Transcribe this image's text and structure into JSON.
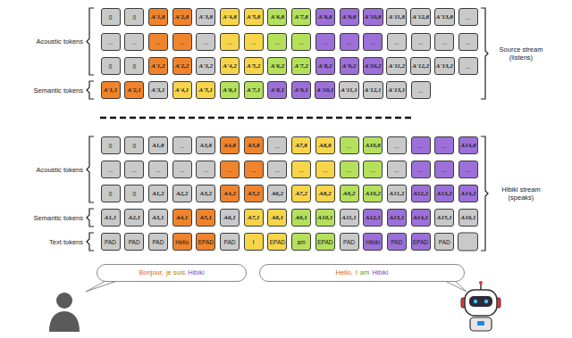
{
  "diagram": {
    "nodes": [
      {
        "text": [
          "0"
        ]
      },
      {
        "text": [
          "0"
        ]
      },
      {
        "text": [
          "A'1,8"
        ]
      },
      {
        "text": [
          "A'2,8"
        ]
      },
      {
        "text": [
          "A'3,8"
        ]
      },
      {
        "text": [
          "A'4,8"
        ]
      },
      {
        "text": [
          "A'5,8"
        ]
      },
      {
        "text": [
          "A'6,8"
        ]
      },
      {
        "text": [
          "A'7,8"
        ]
      },
      {
        "text": [
          "A'8,8"
        ]
      },
      {
        "text": [
          "A'9,8"
        ]
      },
      {
        "text": [
          "A'10,8"
        ]
      },
      {
        "text": [
          "A'11,8"
        ]
      },
      {
        "text": [
          "A'12,8"
        ]
      },
      {
        "text": [
          "A'13,8"
        ]
      },
      {
        "text": [
          "..."
        ]
      },
      {
        "text": [
          "..."
        ]
      },
      {
        "text": [
          "..."
        ]
      },
      {
        "text": [
          "..."
        ]
      },
      {
        "text": [
          "..."
        ]
      },
      {
        "text": [
          "..."
        ]
      },
      {
        "text": [
          "..."
        ]
      },
      {
        "text": [
          "..."
        ]
      },
      {
        "text": [
          "..."
        ]
      },
      {
        "text": [
          "..."
        ]
      },
      {
        "text": [
          "..."
        ]
      },
      {
        "text": [
          "..."
        ]
      },
      {
        "text": [
          "..."
        ]
      },
      {
        "text": [
          "..."
        ]
      },
      {
        "text": [
          "..."
        ]
      },
      {
        "text": [
          "..."
        ]
      },
      {
        "text": [
          "..."
        ]
      },
      {
        "text": [
          "0"
        ]
      },
      {
        "text": [
          "0"
        ]
      },
      {
        "text": [
          "A'1,2"
        ]
      },
      {
        "text": [
          "A'2,2"
        ]
      },
      {
        "text": [
          "A'3,2"
        ]
      },
      {
        "text": [
          "A'4,2"
        ]
      },
      {
        "text": [
          "A'5,2"
        ]
      },
      {
        "text": [
          "A'6,2"
        ]
      },
      {
        "text": [
          "A'7,2"
        ]
      },
      {
        "text": [
          "A'8,2"
        ]
      },
      {
        "text": [
          "A'9,2"
        ]
      },
      {
        "text": [
          "A'10,2"
        ]
      },
      {
        "text": [
          "A'11,2"
        ]
      },
      {
        "text": [
          "A'12,2"
        ]
      },
      {
        "text": [
          "A'13,2"
        ]
      },
      {
        "text": [
          "..."
        ]
      },
      {
        "text": [
          "A'1,1"
        ]
      },
      {
        "text": [
          "A'2,1"
        ]
      },
      {
        "text": [
          "A'3,1"
        ]
      },
      {
        "text": [
          "A'4,1"
        ]
      },
      {
        "text": [
          "A'5,1"
        ]
      },
      {
        "text": [
          "A'6,1"
        ]
      },
      {
        "text": [
          "A'7,1"
        ]
      },
      {
        "text": [
          "A'8,1"
        ]
      },
      {
        "text": [
          "A'9,1"
        ]
      },
      {
        "text": [
          "A'10,1"
        ]
      },
      {
        "text": [
          "A'11,1"
        ]
      },
      {
        "text": [
          "A'12,1"
        ]
      },
      {
        "text": [
          "A'13,1"
        ]
      },
      {
        "text": [
          "..."
        ]
      },
      {
        "text": [
          "0"
        ]
      },
      {
        "text": [
          "0"
        ]
      },
      {
        "text": [
          "A1,8"
        ]
      },
      {
        "text": [
          "..."
        ]
      },
      {
        "text": [
          "A3,8"
        ]
      },
      {
        "text": [
          "A4,8"
        ]
      },
      {
        "text": [
          "A5,8"
        ]
      },
      {
        "text": [
          "..."
        ]
      },
      {
        "text": [
          "A7,8"
        ]
      },
      {
        "text": [
          "A8,8"
        ]
      },
      {
        "text": [
          "..."
        ]
      },
      {
        "text": [
          "A10,8"
        ]
      },
      {
        "text": [
          "..."
        ]
      },
      {
        "text": [
          "..."
        ]
      },
      {
        "text": [
          "..."
        ]
      },
      {
        "text": [
          "A14,8"
        ]
      },
      {
        "text": [
          "..."
        ]
      },
      {
        "text": [
          "..."
        ]
      },
      {
        "text": [
          "..."
        ]
      },
      {
        "text": [
          "..."
        ]
      },
      {
        "text": [
          "..."
        ]
      },
      {
        "text": [
          "..."
        ]
      },
      {
        "text": [
          "..."
        ]
      },
      {
        "text": [
          "..."
        ]
      },
      {
        "text": [
          "..."
        ]
      },
      {
        "text": [
          "..."
        ]
      },
      {
        "text": [
          "..."
        ]
      },
      {
        "text": [
          "..."
        ]
      },
      {
        "text": [
          "..."
        ]
      },
      {
        "text": [
          "..."
        ]
      },
      {
        "text": [
          "..."
        ]
      },
      {
        "text": [
          "..."
        ]
      },
      {
        "text": [
          "0"
        ]
      },
      {
        "text": [
          "0"
        ]
      },
      {
        "text": [
          "A1,2"
        ]
      },
      {
        "text": [
          "A2,2"
        ]
      },
      {
        "text": [
          "A3,2"
        ]
      },
      {
        "text": [
          "A4,2"
        ]
      },
      {
        "text": [
          "A5,2"
        ]
      },
      {
        "text": [
          "A6,2"
        ]
      },
      {
        "text": [
          "A7,2"
        ]
      },
      {
        "text": [
          "A8,2"
        ]
      },
      {
        "text": [
          "A9,2"
        ]
      },
      {
        "text": [
          "A10,2"
        ]
      },
      {
        "text": [
          "A11,2"
        ]
      },
      {
        "text": [
          "A12,2"
        ]
      },
      {
        "text": [
          "A13,2"
        ]
      },
      {
        "text": [
          "A14,2"
        ]
      },
      {
        "text": [
          "A1,1"
        ]
      },
      {
        "text": [
          "A2,1"
        ]
      },
      {
        "text": [
          "A3,1"
        ]
      },
      {
        "text": [
          "A4,1"
        ]
      },
      {
        "text": [
          "A5,1"
        ]
      },
      {
        "text": [
          "A6,1"
        ]
      },
      {
        "text": [
          "A7,1"
        ]
      },
      {
        "text": [
          "A8,1"
        ]
      },
      {
        "text": [
          "A9,1"
        ]
      },
      {
        "text": [
          "A10,1"
        ]
      },
      {
        "text": [
          "A11,1"
        ]
      },
      {
        "text": [
          "A12,1"
        ]
      },
      {
        "text": [
          "A13,1"
        ]
      },
      {
        "text": [
          "A14,1"
        ]
      },
      {
        "text": [
          "A15,1"
        ]
      },
      {
        "text": [
          "A16,1"
        ]
      },
      {
        "text": [
          "PAD"
        ]
      },
      {
        "text": [
          "PAD"
        ]
      },
      {
        "text": [
          "PAD"
        ]
      },
      {
        "text": [
          "Hello"
        ]
      },
      {
        "text": [
          "EPAD"
        ]
      },
      {
        "text": [
          "PAD"
        ]
      },
      {
        "text": [
          "I"
        ]
      },
      {
        "text": [
          "EPAD"
        ]
      },
      {
        "text": [
          "am"
        ]
      },
      {
        "text": [
          "EPAD"
        ]
      },
      {
        "text": [
          "PAD"
        ]
      },
      {
        "text": [
          "Hibiki"
        ]
      },
      {
        "text": [
          "PAD"
        ]
      },
      {
        "text": [
          "EPAD"
        ]
      },
      {
        "text": [
          "PAD"
        ]
      },
      {
        "text": [
          "Bonjour,",
          "je suis",
          "Hibiki"
        ]
      },
      {
        "text": [
          "Hello,",
          "I",
          "am",
          "Hibiki"
        ]
      }
    ],
    "labels": [
      "Acoustic tokens",
      "Semantic tokens",
      "Source stream (listens)",
      "Acoustic tokens",
      "Semantic tokens",
      "Text tokens",
      "Hibiki stream (speaks)"
    ]
  }
}
